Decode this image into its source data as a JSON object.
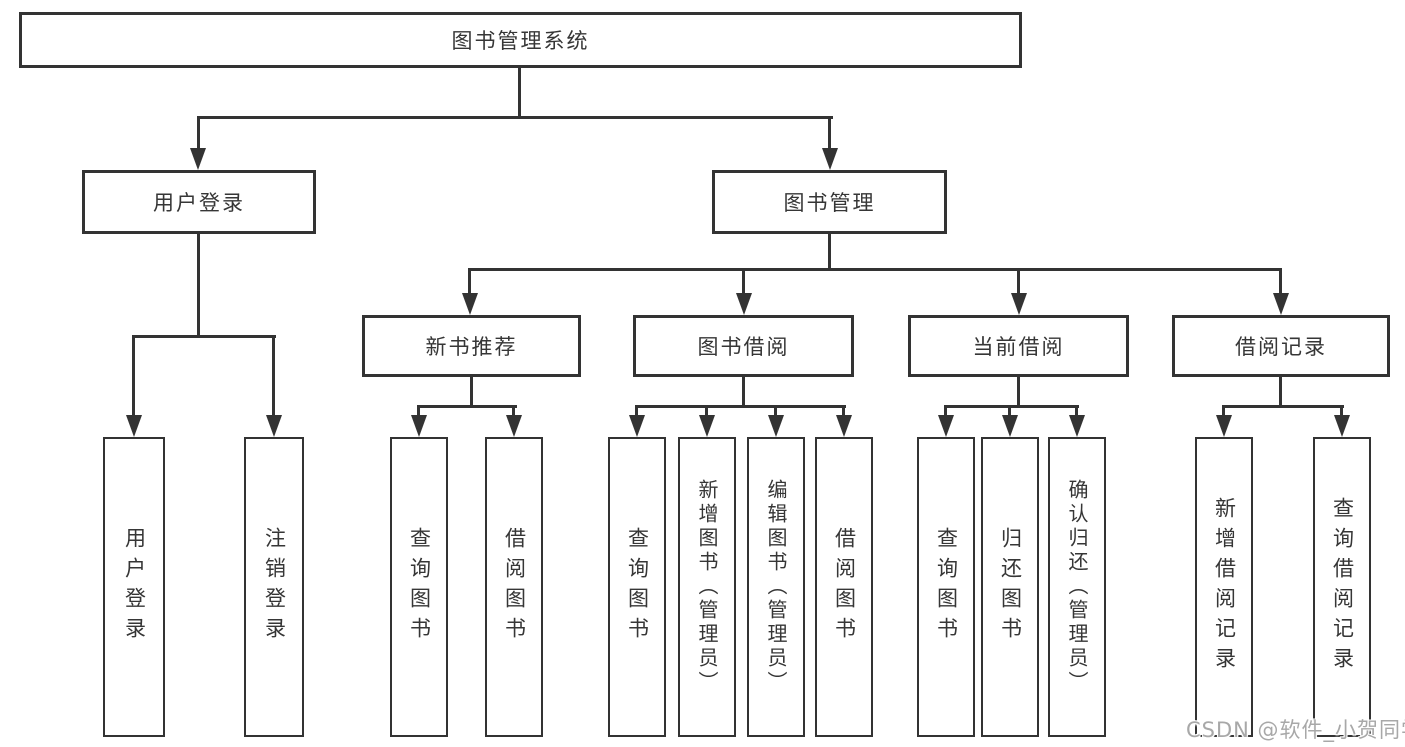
{
  "nodes": {
    "root": "图书管理系统",
    "user_login": "用户登录",
    "book_mgmt": "图书管理",
    "new_book_rec": "新书推荐",
    "book_borrow": "图书借阅",
    "current_borrow": "当前借阅",
    "borrow_record": "借阅记录",
    "leaf_user_login": "用户登录",
    "leaf_logout": "注销登录",
    "leaf_query_book_rec": "查询图书",
    "leaf_borrow_book_rec": "借阅图书",
    "leaf_query_book_borrow": "查询图书",
    "leaf_add_book_admin": "新增图书（管理员）",
    "leaf_edit_book_admin": "编辑图书（管理员）",
    "leaf_borrow_book_borrow": "借阅图书",
    "leaf_query_book_current": "查询图书",
    "leaf_return_book": "归还图书",
    "leaf_confirm_return_admin": "确认归还（管理员）",
    "leaf_add_borrow_record": "新增借阅记录",
    "leaf_query_borrow_record": "查询借阅记录"
  },
  "watermark": "CSDN @软件_小贺同学",
  "colors": {
    "line": "#333333",
    "box_border": "#333333",
    "text": "#363636",
    "watermark": "#a8a8a8",
    "background": "#ffffff"
  }
}
